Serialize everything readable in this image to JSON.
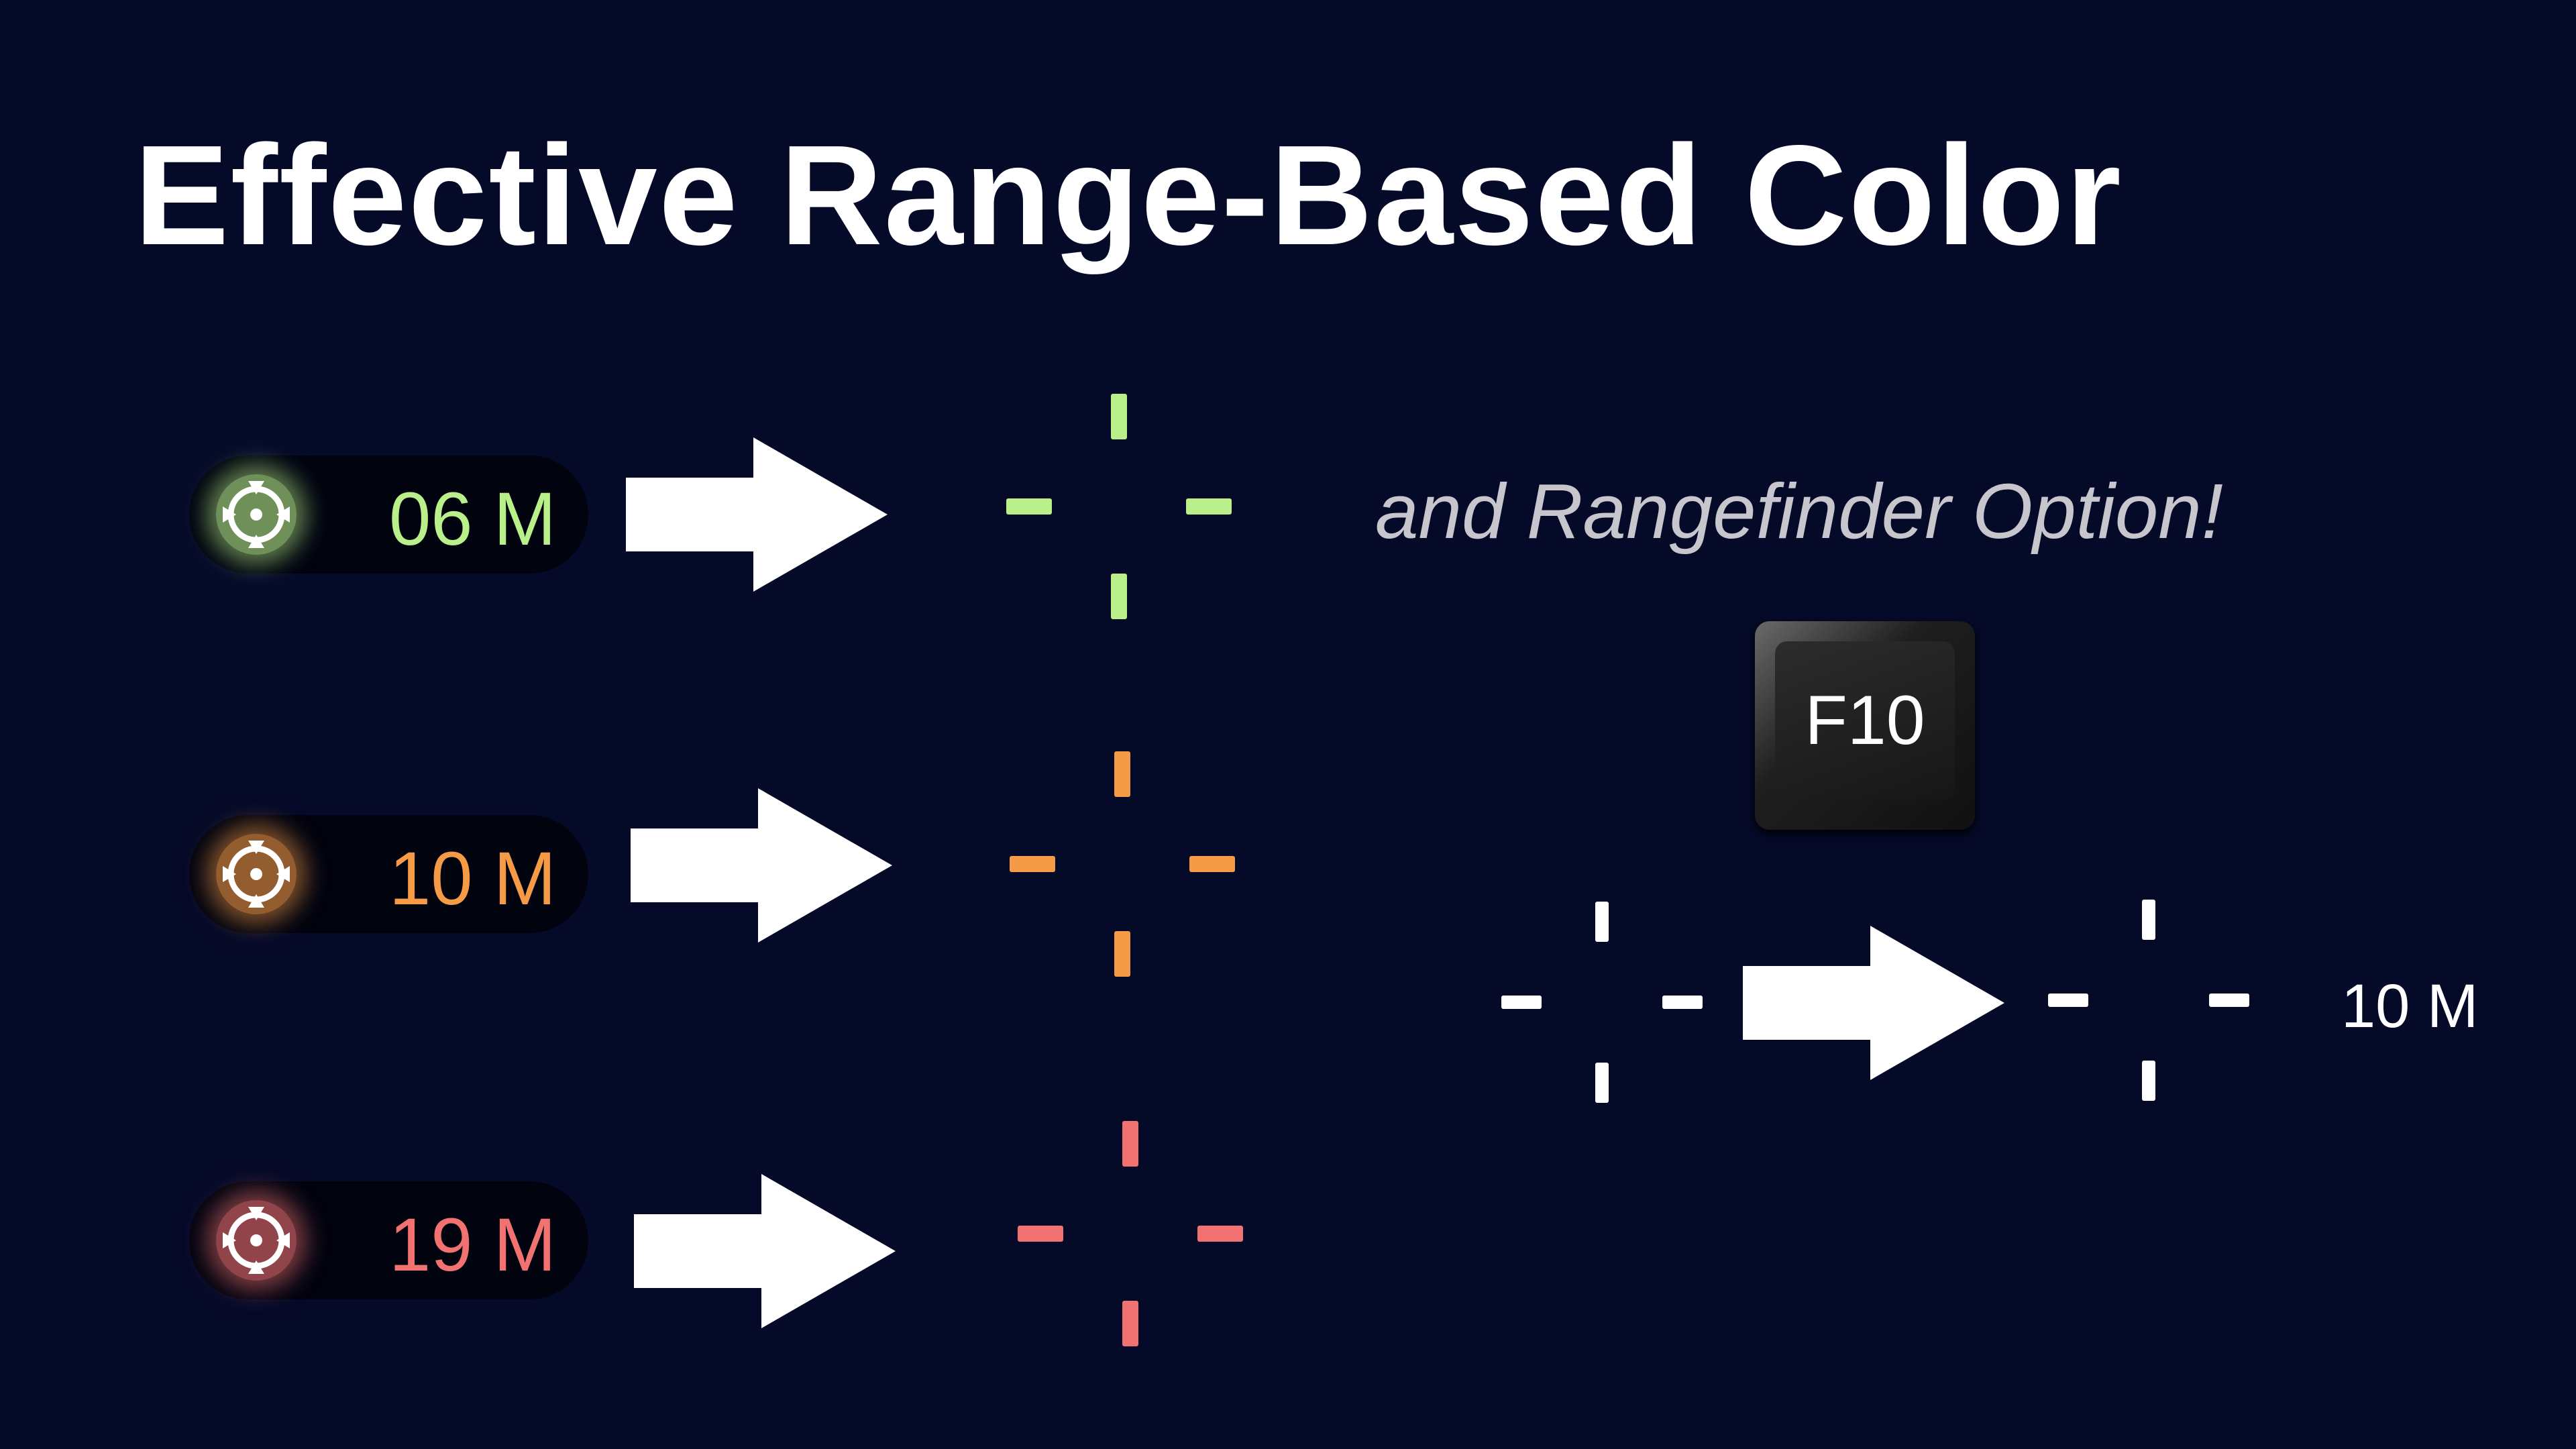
{
  "title": "Effective Range-Based Color",
  "subtitle": "and Rangefinder Option!",
  "rows": [
    {
      "label": "06 M",
      "color": "#b9f08a",
      "icon": "crosshair-icon"
    },
    {
      "label": "10 M",
      "color": "#f59a46",
      "icon": "crosshair-icon"
    },
    {
      "label": "19 M",
      "color": "#f27272",
      "icon": "crosshair-icon"
    }
  ],
  "key": {
    "label": "F10"
  },
  "rangefinder": {
    "label": "10 M",
    "color": "#ffffff"
  }
}
